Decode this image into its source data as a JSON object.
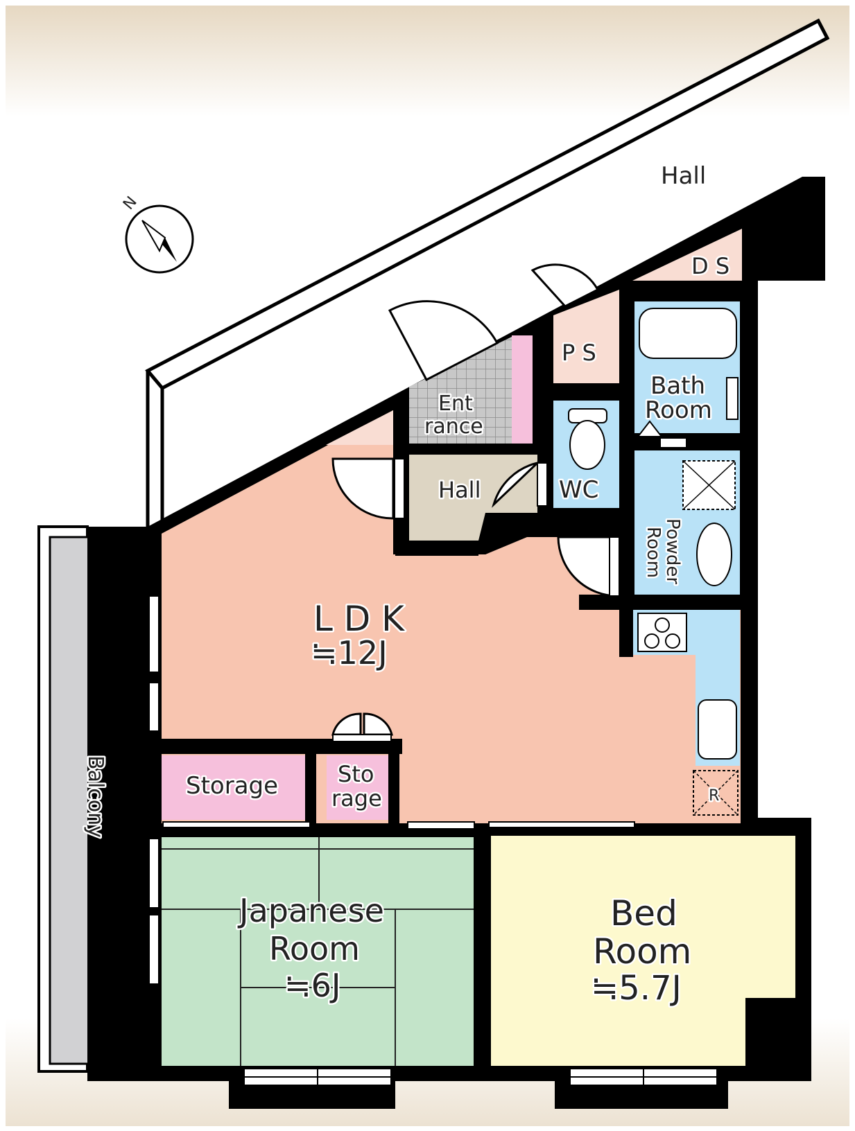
{
  "colors": {
    "ldk": "#f8c5b0",
    "japanese": "#c3e4c9",
    "bed": "#fdf9ce",
    "storage": "#f6c0dc",
    "water": "#b9e2f7",
    "ps": "#f9ddd3",
    "hall": "#ddd5c3",
    "balcony": "#d1d1d3",
    "wall": "#000000",
    "sky": "#e9dcc8"
  },
  "compass": {
    "letter": "N"
  },
  "labels": {
    "hall_outside": "Hall",
    "ds": "D S",
    "ps": "P S",
    "bath_1": "Bath",
    "bath_2": "Room",
    "entrance_1": "Ent",
    "entrance_2": "rance",
    "hall_inside": "Hall",
    "wc": "WC",
    "powder_1": "Powder",
    "powder_2": "Room",
    "ldk_1": "L D K",
    "ldk_2": "≒12J",
    "storage": "Storage",
    "storage2_1": "Sto",
    "storage2_2": "rage",
    "balcony": "Balcony",
    "japanese_1": "Japanese",
    "japanese_2": "Room",
    "japanese_3": "≒6J",
    "bed_1": "Bed",
    "bed_2": "Room",
    "bed_3": "≒5.7J",
    "fridge": "R"
  }
}
